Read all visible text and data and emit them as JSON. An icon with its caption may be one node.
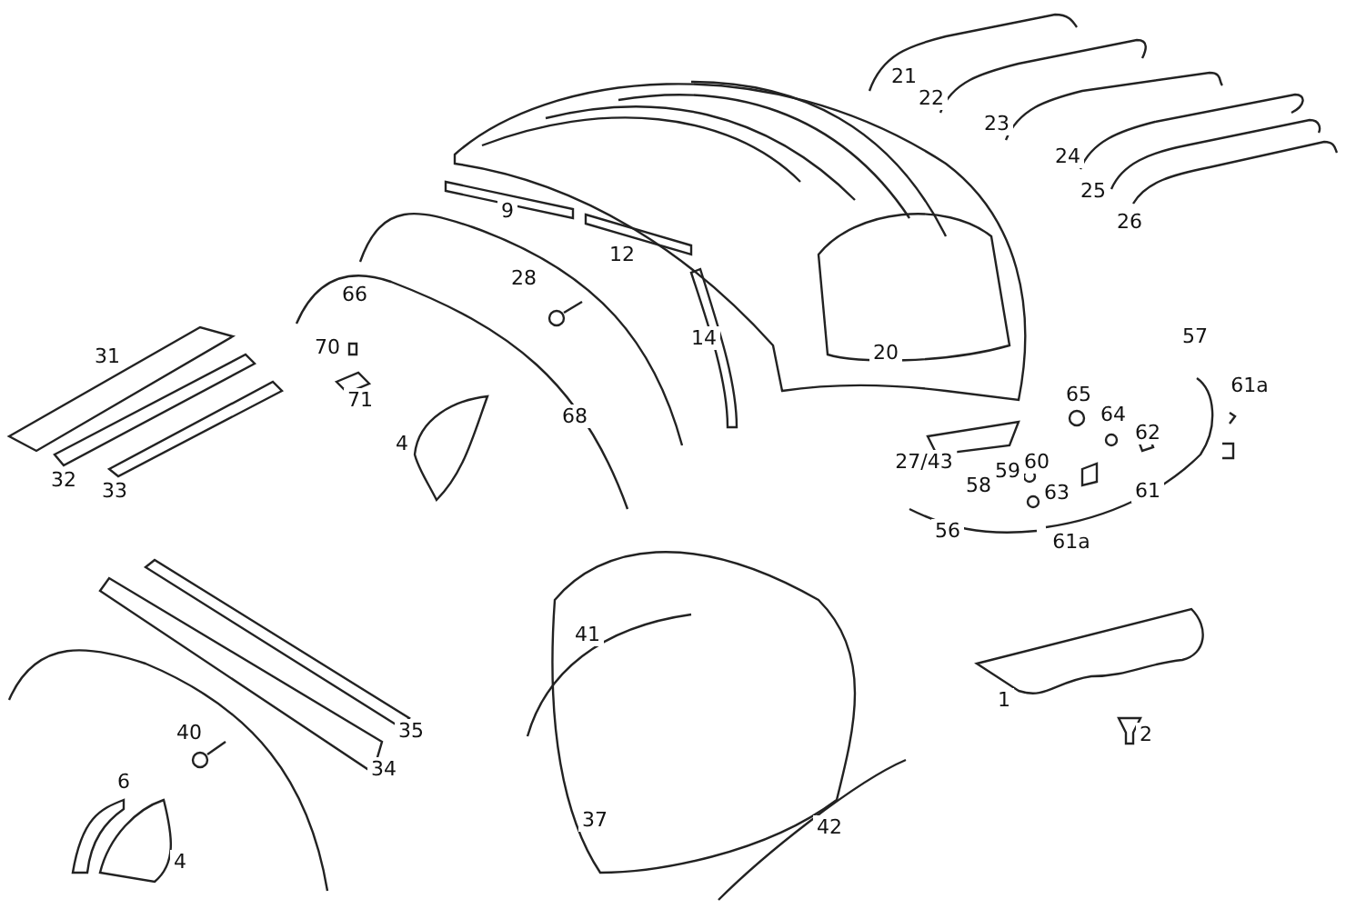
{
  "diagram": {
    "labels": [
      "21",
      "22",
      "23",
      "24",
      "25",
      "26",
      "9",
      "12",
      "28",
      "66",
      "31",
      "70",
      "14",
      "20",
      "71",
      "57",
      "4",
      "68",
      "65",
      "64",
      "61a",
      "62",
      "27/43",
      "59",
      "60",
      "58",
      "63",
      "61",
      "32",
      "33",
      "56",
      "61a",
      "41",
      "1",
      "35",
      "2",
      "40",
      "34",
      "6",
      "4",
      "37",
      "42"
    ]
  }
}
